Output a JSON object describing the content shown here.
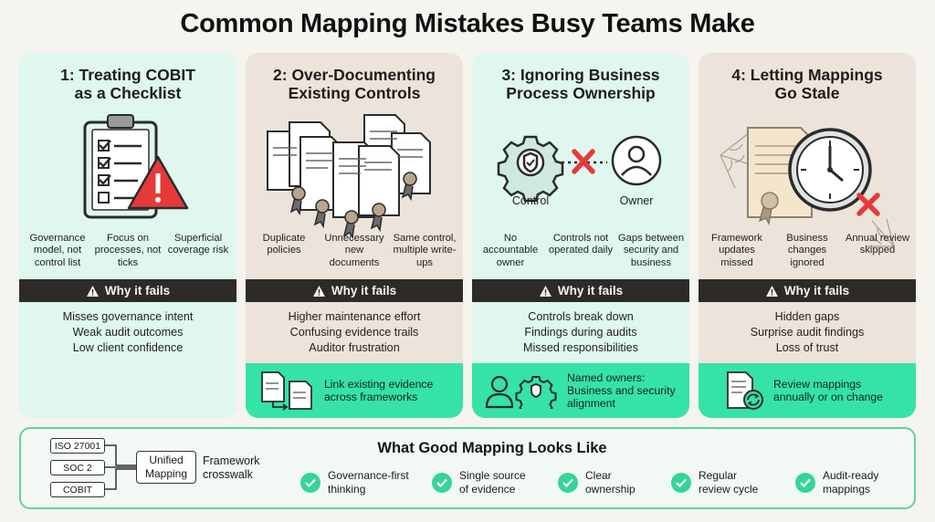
{
  "title": "Common Mapping Mistakes Busy Teams Make",
  "fails_label": "Why it fails",
  "colors": {
    "mint_card": "#dff7ee",
    "beige_card": "#ece3da",
    "accent_green": "#35e2a7",
    "dark_bar": "#2d2b27",
    "warning_red": "#e53a3a"
  },
  "cards": [
    {
      "title_line1": "1: Treating COBIT",
      "title_line2": "as a Checklist",
      "icon": "clipboard-warning-icon",
      "items": [
        "Governance model, not control list",
        "Focus on processes, not ticks",
        "Superficial coverage risk"
      ],
      "consequences": [
        "Misses governance intent",
        "Weak audit outcomes",
        "Low client confidence"
      ]
    },
    {
      "title_line1": "2: Over-Documenting",
      "title_line2": "Existing Controls",
      "icon": "stacked-documents-icon",
      "items": [
        "Duplicate policies",
        "Unnecessary new documents",
        "Same control, multiple write-ups"
      ],
      "consequences": [
        "Higher maintenance effort",
        "Confusing evidence trails",
        "Auditor frustration"
      ],
      "fix": "Link existing evidence across frameworks",
      "fix_icon": "linked-documents-icon"
    },
    {
      "title_line1": "3: Ignoring Business",
      "title_line2": "Process Ownership",
      "icon": "control-owner-disconnect-icon",
      "control_label": "Control",
      "owner_label": "Owner",
      "items": [
        "No accountable owner",
        "Controls not operated daily",
        "Gaps between security and business"
      ],
      "consequences": [
        "Controls break down",
        "Findings during audits",
        "Missed responsibilities"
      ],
      "fix": "Named owners: Business and security alignment",
      "fix_icon": "owner-gear-icon"
    },
    {
      "title_line1": "4: Letting Mappings",
      "title_line2": "Go Stale",
      "icon": "stale-clock-document-icon",
      "items": [
        "Framework updates missed",
        "Business changes ignored",
        "Annual review skipped"
      ],
      "consequences": [
        "Hidden gaps",
        "Surprise audit findings",
        "Loss of trust"
      ],
      "fix": "Review mappings annually or on change",
      "fix_icon": "review-cycle-icon"
    }
  ],
  "bottom": {
    "title": "What Good Mapping Looks Like",
    "frameworks": [
      "ISO 27001",
      "SOC 2",
      "COBIT"
    ],
    "unified": "Unified Mapping",
    "crosswalk": "Framework crosswalk",
    "good_practices": [
      "Governance-first thinking",
      "Single source of evidence",
      "Clear ownership",
      "Regular review cycle",
      "Audit-ready mappings"
    ]
  }
}
